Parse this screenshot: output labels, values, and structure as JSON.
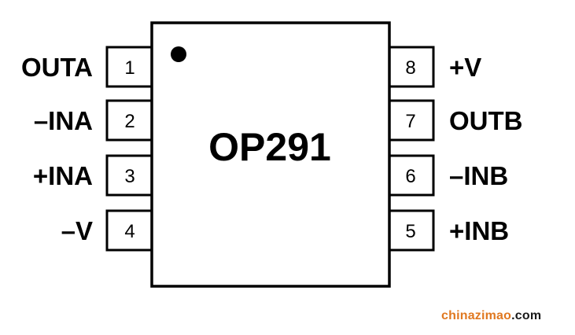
{
  "part_name": "OP291",
  "left_pins": [
    {
      "number": "1",
      "label": "OUTA"
    },
    {
      "number": "2",
      "label": "–INA"
    },
    {
      "number": "3",
      "label": "+INA"
    },
    {
      "number": "4",
      "label": "–V"
    }
  ],
  "right_pins": [
    {
      "number": "8",
      "label": "+V"
    },
    {
      "number": "7",
      "label": "OUTB"
    },
    {
      "number": "6",
      "label": "–INB"
    },
    {
      "number": "5",
      "label": "+INB"
    }
  ],
  "watermark": {
    "brand": "chinazimao",
    "suffix": ".com",
    "brand_color": "#e07820",
    "suffix_color": "#1a1a1a"
  },
  "colors": {
    "line": "#000000",
    "background": "#ffffff"
  }
}
